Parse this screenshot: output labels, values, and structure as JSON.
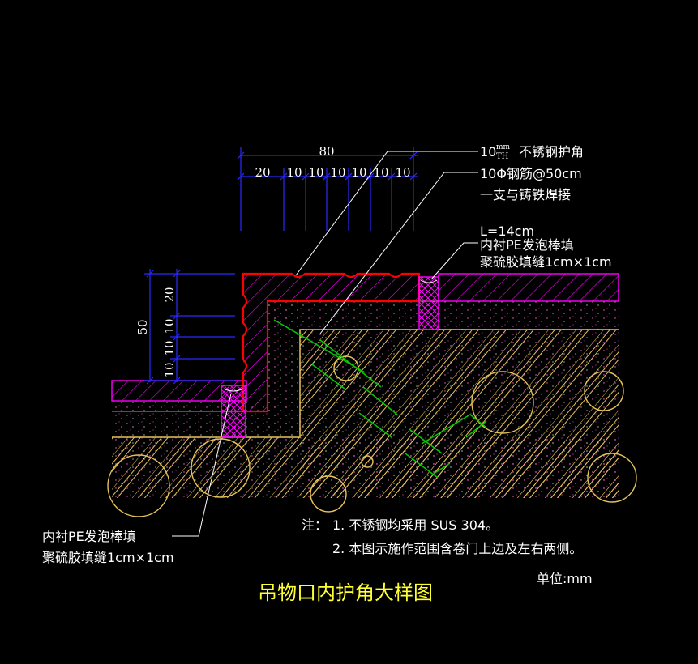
{
  "title": "吊物口内护角大样图",
  "unit": "单位:mm",
  "dimensions": {
    "top_total": "80",
    "top_segments": [
      "20",
      "10",
      "10",
      "10",
      "10",
      "10",
      "10"
    ],
    "left_total": "50",
    "left_segments": [
      "20",
      "10",
      "10",
      "10"
    ]
  },
  "callouts": {
    "angle_thickness": "10",
    "angle_sup": "mm",
    "angle_sub": "TH",
    "angle_text": "不锈钢护角",
    "rebar_line1": "10Φ钢筋@50cm",
    "rebar_line2": "一支与铸铁焊接",
    "seal_right_line1": "L=14cm",
    "seal_right_line2": "内衬PE发泡棒填",
    "seal_right_line3": "聚硫胶填缝1cm×1cm",
    "seal_left_line1": "内衬PE发泡棒填",
    "seal_left_line2": "聚硫胶填缝1cm×1cm"
  },
  "notes": {
    "prefix": "注：",
    "items": [
      "1. 不锈钢均采用 SUS 304。",
      "2. 本图示施作范围含卷门上边及左右两侧。"
    ]
  },
  "colors": {
    "background": "#000000",
    "steel_outline": "#ff0000",
    "hatch": "#ff00ff",
    "dimension": "#0000ff",
    "concrete": "#e6c25a",
    "rebar": "#00cc00",
    "title": "#ffff33",
    "leader": "#ffffff"
  }
}
